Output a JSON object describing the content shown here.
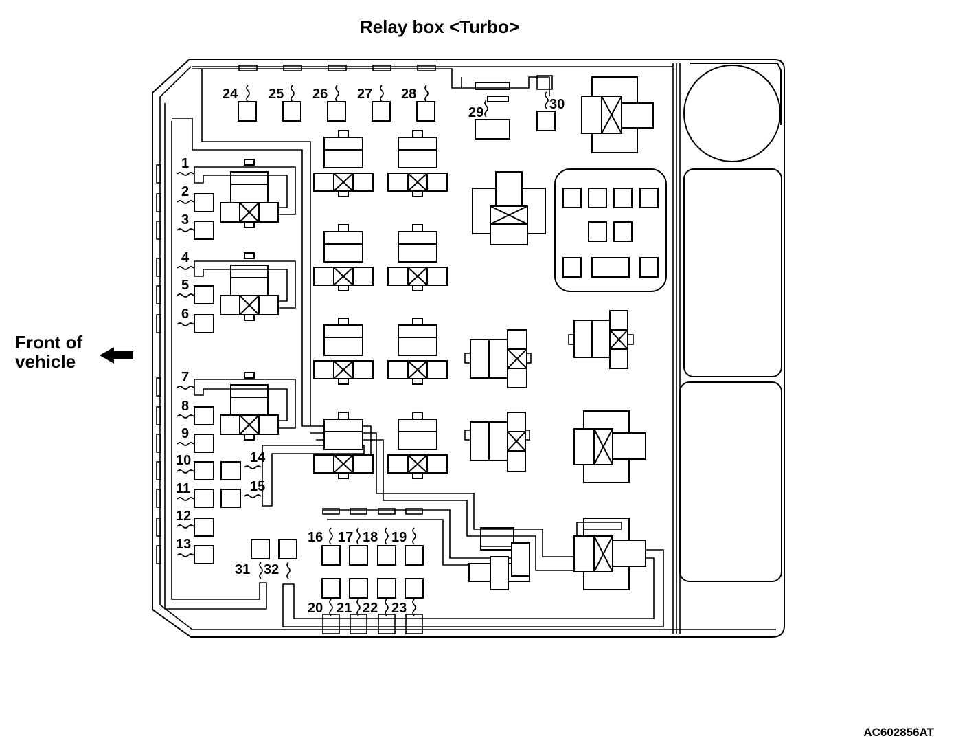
{
  "diagram": {
    "title": "Relay box <Turbo>",
    "direction_label_line1": "Front of",
    "direction_label_line2": "vehicle",
    "direction_icon": "arrow-left-icon",
    "drawing_code": "AC602856AT",
    "connector_labels": [
      "1",
      "2",
      "3",
      "4",
      "5",
      "6",
      "7",
      "8",
      "9",
      "10",
      "11",
      "12",
      "13",
      "14",
      "15",
      "16",
      "17",
      "18",
      "19",
      "20",
      "21",
      "22",
      "23",
      "24",
      "25",
      "26",
      "27",
      "28",
      "29",
      "30",
      "31",
      "32"
    ]
  }
}
